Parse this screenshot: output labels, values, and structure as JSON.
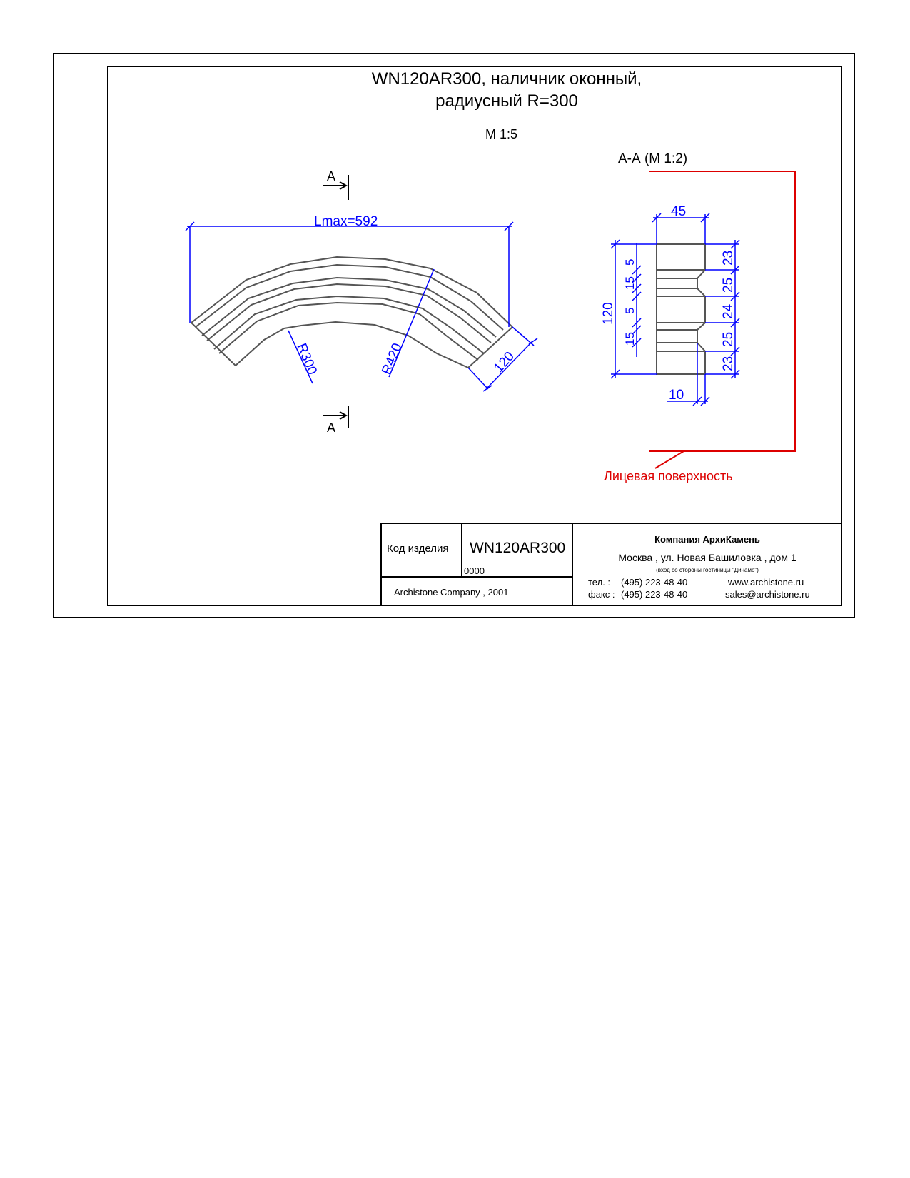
{
  "drawing": {
    "title_line1": "WN120AR300, наличник оконный,",
    "title_line2": "радиусный R=300",
    "main_scale": "М 1:5",
    "section_title": "А-А (М 1:2)",
    "section_mark_top": "А",
    "section_mark_bottom": "А",
    "face_label": "Лицевая поверхность",
    "dims": {
      "lmax": "Lmax=592",
      "r_inner": "R300",
      "r_outer": "R420",
      "width": "120",
      "sec_width": "45",
      "sec_height": "120",
      "sec_groove_depth": "10",
      "left_5a": "5",
      "left_15a": "15",
      "left_5b": "5",
      "left_15b": "15",
      "right_23a": "23",
      "right_25a": "25",
      "right_24": "24",
      "right_25b": "25",
      "right_23b": "23"
    },
    "colors": {
      "dimension": "#0000ff",
      "face": "#dd0000",
      "outline": "#555555"
    }
  },
  "title_block": {
    "code_label": "Код изделия",
    "code_value": "WN120AR300",
    "code_sub": "0000",
    "copyright": "Archistone  Company ,  2001",
    "company": "Компания  АрхиКамень",
    "address": "Москва , ул. Новая Башиловка , дом 1",
    "address_note": "(вход со стороны гостиницы \"Динамо\")",
    "tel_label": "тел.   :",
    "tel_value": "(495) 223-48-40",
    "fax_label": "факс :",
    "fax_value": "(495) 223-48-40",
    "website": "www.archistone.ru",
    "email": "sales@archistone.ru"
  }
}
